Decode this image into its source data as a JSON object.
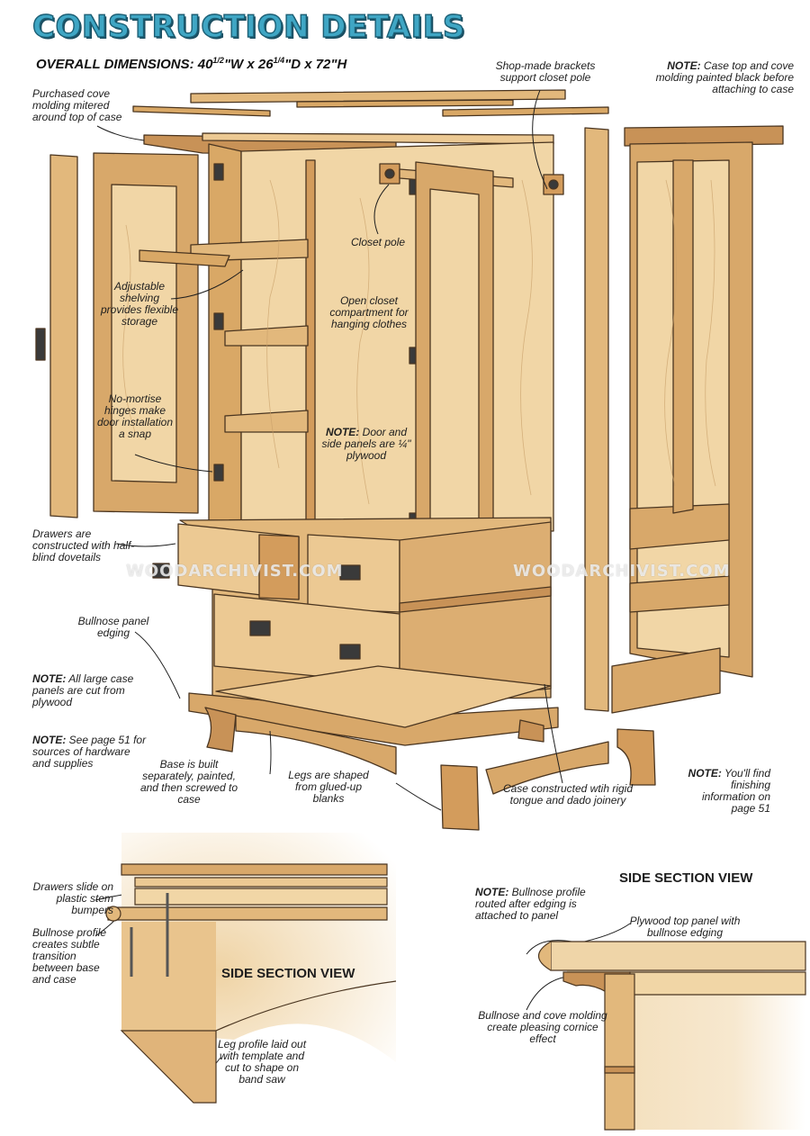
{
  "title": "CONSTRUCTION DETAILS",
  "dimensions": {
    "prefix": "OVERALL DIMENSIONS: 40",
    "w_frac": "1/2",
    "mid": "\"W x 26",
    "d_frac": "1/4",
    "suffix": "\"D x 72\"H"
  },
  "watermark": "WOODARCHIVIST.COM",
  "callouts": {
    "cove_molding": "Purchased cove molding mitered around top of case",
    "brackets": "Shop-made brackets support closet pole",
    "note_case_top_head": "NOTE:",
    "note_case_top_body": " Case top and cove molding painted black before attaching to case",
    "closet_pole": "Closet pole",
    "adjustable_shelving": "Adjustable shelving provides flexible storage",
    "open_closet": "Open closet compartment for hanging clothes",
    "no_mortise_hinges": "No-mortise hinges make door installation a snap",
    "note_plywood_head": "NOTE:",
    "note_plywood_body": " Door and side panels are ¼\" plywood",
    "drawers_dovetails": "Drawers are constructed with half-blind dovetails",
    "bullnose_edging": "Bullnose panel edging",
    "note_large_panels_head": "NOTE:",
    "note_large_panels_body": " All large case panels are cut from plywood",
    "note_hardware_head": "NOTE:",
    "note_hardware_body": " See page 51 for sources of hardware and supplies",
    "base_built": "Base is built separately, painted, and then screwed to case",
    "legs_shaped": "Legs are shaped from glued-up blanks",
    "case_joinery": "Case constructed wtih rigid tongue and dado joinery",
    "note_finishing_head": "NOTE:",
    "note_finishing_body": " You'll find finishing information on page 51",
    "drawers_slide": "Drawers slide on plastic stem bumpers",
    "bullnose_transition": "Bullnose profile creates subtle transition between base and case",
    "leg_profile": "Leg profile laid out with template and cut to shape on band saw",
    "note_bullnose_routed_head": "NOTE:",
    "note_bullnose_routed_body": " Bullnose profile routed after edging is attached to panel",
    "plywood_top": "Plywood top panel with bullnose edging",
    "bullnose_cove": "Bullnose and cove molding create pleasing cornice effect"
  },
  "section_views": {
    "left_label": "SIDE SECTION VIEW",
    "right_label": "SIDE SECTION VIEW"
  },
  "colors": {
    "title_fill": "#3fa6c4",
    "wood_light": "#f1d6a6",
    "wood_mid": "#e2b87c",
    "wood_dark": "#c89257",
    "outline": "#4a3520",
    "hardware": "#3a3a3a"
  }
}
